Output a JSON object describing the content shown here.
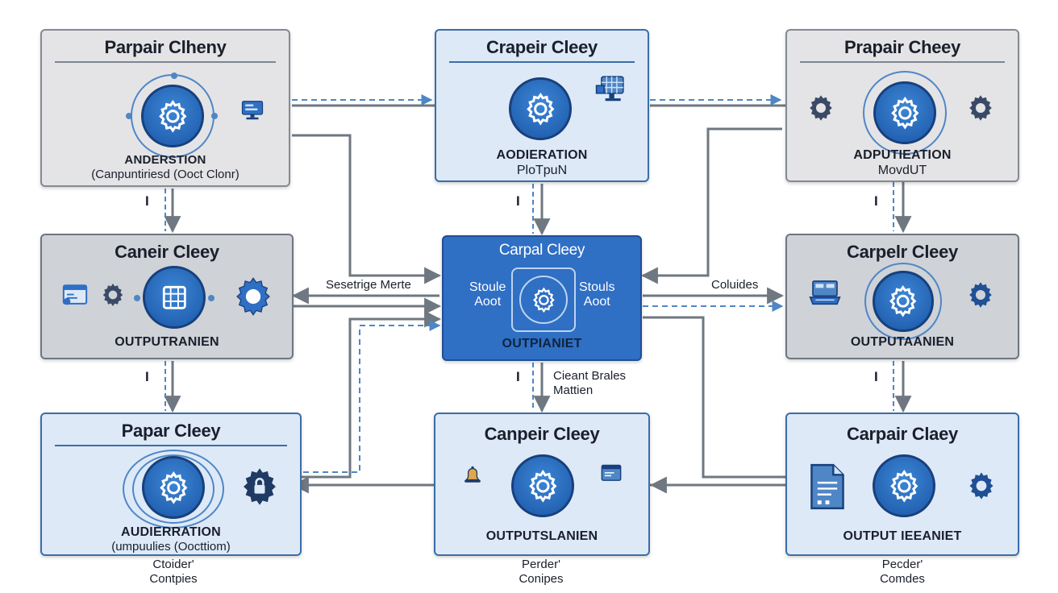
{
  "nodes": {
    "top_left": {
      "title": "Parpair Clheny",
      "label": "ANDERSTION",
      "sub": "(Canpuntiriesd (Ooct Clonr)"
    },
    "top_mid": {
      "title": "Crapeir Cleey",
      "label": "AODIERATION",
      "sub": "PloTpuN"
    },
    "top_right": {
      "title": "Prapair Cheey",
      "label": "ADPUTIEATION",
      "sub": "MovdUT"
    },
    "mid_left": {
      "title": "Caneir Cleey",
      "label": "OUTPUTRANIEN"
    },
    "center": {
      "title": "Carpal Cleey",
      "label": "OUTPIANIET",
      "side_left": "Stoule\nAoot",
      "side_right": "Stouls\nAoot"
    },
    "mid_right": {
      "title": "Carpelr Cleey",
      "label": "OUTPUTAANIEN"
    },
    "bottom_left": {
      "title": "Papar Cleey",
      "label": "AUDIERRATION",
      "sub": "(umpuulies (Oocttiom)"
    },
    "bottom_mid": {
      "title": "Canpeir Cleey",
      "label": "OUTPUTSLANIEN"
    },
    "bottom_right": {
      "title": "Carpair Claey",
      "label": "OUTPUT IEEANIET"
    }
  },
  "edge_labels": {
    "left_center": "Sesetrige Merte",
    "right_center": "Coluides",
    "below_center": "Cieant Brales\nMattien"
  },
  "captions": {
    "bottom_left": "Ctoider'\nContpies",
    "bottom_mid": "Perder'\nConipes",
    "bottom_right": "Pecder'\nComdes"
  },
  "tick_marks": [
    "I",
    "I",
    "I",
    "I",
    "I",
    "I"
  ],
  "icons": [
    "gear-icon",
    "monitor-icon",
    "grid-monitor-icon",
    "laptop-icon",
    "document-icon",
    "bell-icon",
    "browser-icon",
    "chip-icon",
    "lock-gear-icon"
  ],
  "colors": {
    "accent": "#2f6fc4",
    "connector": "#6f7780",
    "dashed": "#4f86c6"
  }
}
